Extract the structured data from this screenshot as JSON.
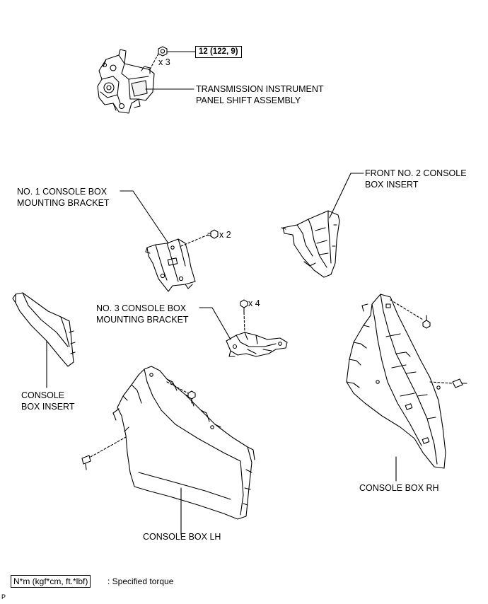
{
  "torque": {
    "value": "12 (122, 9)"
  },
  "quantities": {
    "nut_shift": "x 3",
    "bolt_bracket1": "x 2",
    "bolt_bracket3": "x 4"
  },
  "labels": {
    "transmission_shift": [
      "TRANSMISSION INSTRUMENT",
      "PANEL SHIFT ASSEMBLY"
    ],
    "front_no2_insert": [
      "FRONT NO. 2 CONSOLE",
      "BOX INSERT"
    ],
    "no1_bracket": [
      "NO. 1 CONSOLE BOX",
      "MOUNTING BRACKET"
    ],
    "no3_bracket": [
      "NO. 3 CONSOLE BOX",
      "MOUNTING BRACKET"
    ],
    "console_box_insert": [
      "CONSOLE",
      "BOX INSERT"
    ],
    "console_box_rh": "CONSOLE BOX RH",
    "console_box_lh": "CONSOLE BOX LH"
  },
  "legend": {
    "unit_key": "N*m (kgf*cm, ft.*lbf)",
    "description": ": Specified torque"
  },
  "corner_mark": "P"
}
